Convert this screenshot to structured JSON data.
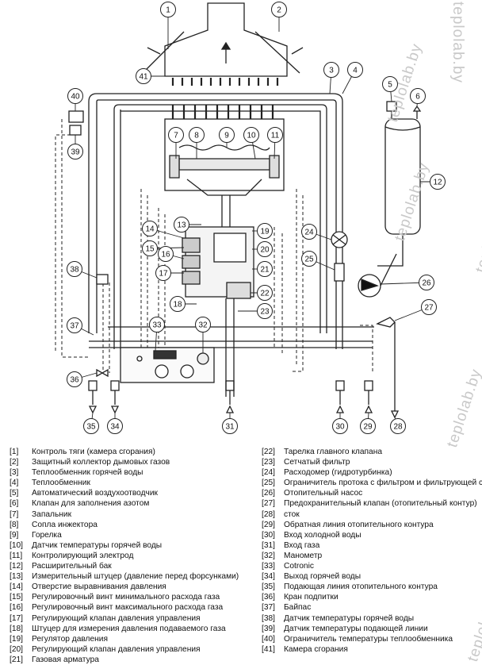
{
  "watermark": "teplolab.by",
  "callouts": [
    "1",
    "2",
    "3",
    "4",
    "5",
    "6",
    "7",
    "8",
    "9",
    "10",
    "11",
    "12",
    "13",
    "14",
    "15",
    "16",
    "17",
    "18",
    "19",
    "20",
    "21",
    "22",
    "23",
    "24",
    "25",
    "26",
    "27",
    "28",
    "29",
    "30",
    "31",
    "32",
    "33",
    "34",
    "35",
    "36",
    "37",
    "38",
    "39",
    "40",
    "41"
  ],
  "legend_left": [
    {
      "num": "[1]",
      "text": "Контроль тяги (камера сгорания)"
    },
    {
      "num": "[2]",
      "text": "Защитный коллектор дымовых газов"
    },
    {
      "num": "[3]",
      "text": "Теплообменник горячей воды"
    },
    {
      "num": "[4]",
      "text": "Теплообменник"
    },
    {
      "num": "[5]",
      "text": "Автоматический воздухоотводчик"
    },
    {
      "num": "[6]",
      "text": "Клапан для заполнения азотом"
    },
    {
      "num": "[7]",
      "text": "Запальник"
    },
    {
      "num": "[8]",
      "text": "Сопла инжектора"
    },
    {
      "num": "[9]",
      "text": "Горелка"
    },
    {
      "num": "[10]",
      "text": "Датчик температуры горячей воды"
    },
    {
      "num": "[11]",
      "text": "Контролирующий электрод"
    },
    {
      "num": "[12]",
      "text": "Расширительный бак"
    },
    {
      "num": "[13]",
      "text": "Измерительный штуцер (давление перед форсунками)"
    },
    {
      "num": "[14]",
      "text": "Отверстие выравнивания давления"
    },
    {
      "num": "[15]",
      "text": "Регулировочный винт минимального расхода газа"
    },
    {
      "num": "[16]",
      "text": "Регулировочный винт максимального расхода газа"
    },
    {
      "num": "[17]",
      "text": "Регулирующий клапан давления управления"
    },
    {
      "num": "[18]",
      "text": "Штуцер для измерения давления подаваемого газа"
    },
    {
      "num": "[19]",
      "text": "Регулятор давления"
    },
    {
      "num": "[20]",
      "text": "Регулирующий клапан давления управления"
    },
    {
      "num": "[21]",
      "text": "Газовая арматура"
    }
  ],
  "legend_right": [
    {
      "num": "[22]",
      "text": "Тарелка главного клапана"
    },
    {
      "num": "[23]",
      "text": "Сетчатый фильтр"
    },
    {
      "num": "[24]",
      "text": "Расходомер (гидротурбинка)"
    },
    {
      "num": "[25]",
      "text": "Ограничитель протока с фильтром и фильтрующей сеткой"
    },
    {
      "num": "[26]",
      "text": "Отопительный насос"
    },
    {
      "num": "[27]",
      "text": "Предохранительный клапан (отопительный контур)"
    },
    {
      "num": "[28]",
      "text": "сток"
    },
    {
      "num": "[29]",
      "text": "Обратная линия отопительного контура"
    },
    {
      "num": "[30]",
      "text": "Вход холодной воды"
    },
    {
      "num": "[31]",
      "text": "Вход газа"
    },
    {
      "num": "[32]",
      "text": "Манометр"
    },
    {
      "num": "[33]",
      "text": "Cotronic"
    },
    {
      "num": "[34]",
      "text": "Выход горячей воды"
    },
    {
      "num": "[35]",
      "text": "Подающая линия отопительного контура"
    },
    {
      "num": "[36]",
      "text": "Кран подпитки"
    },
    {
      "num": "[37]",
      "text": "Байпас"
    },
    {
      "num": "[38]",
      "text": "Датчик температуры горячей воды"
    },
    {
      "num": "[39]",
      "text": "Датчик температуры подающей линии"
    },
    {
      "num": "[40]",
      "text": "Ограничитель температуры теплообменника"
    },
    {
      "num": "[41]",
      "text": "Камера сгорания"
    }
  ]
}
